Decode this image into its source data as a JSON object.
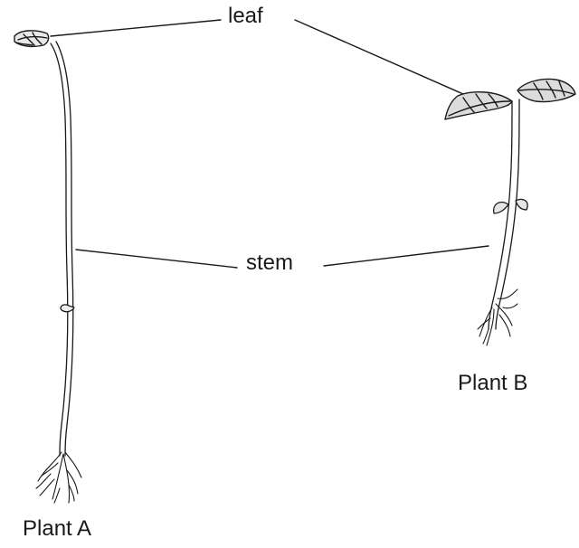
{
  "labels": {
    "leaf": "leaf",
    "stem": "stem",
    "plant_a": "Plant A",
    "plant_b": "Plant B"
  },
  "colors": {
    "ink": "#1a1a1a",
    "background": "#ffffff"
  }
}
